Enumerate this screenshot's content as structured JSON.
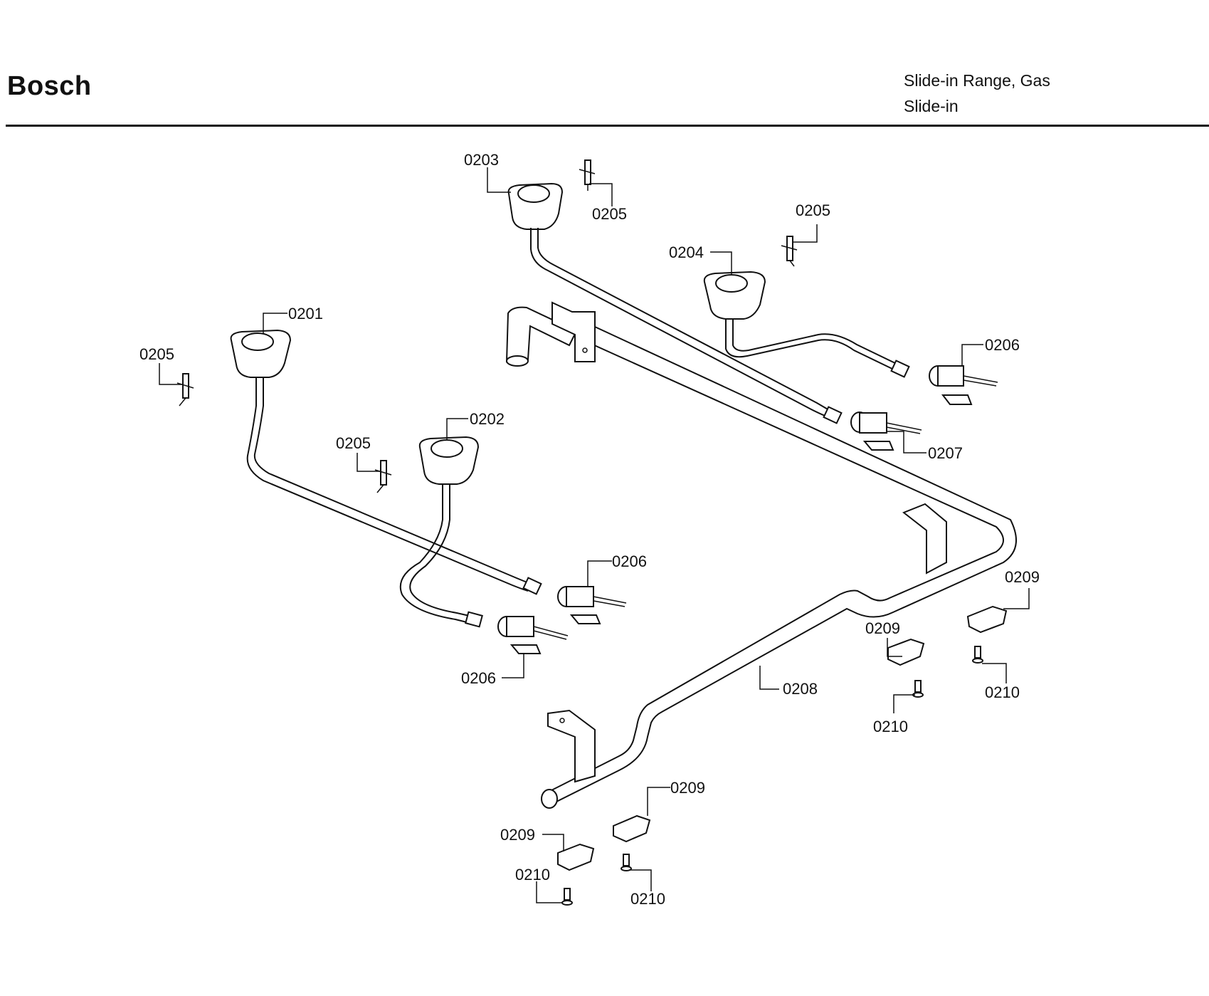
{
  "header": {
    "brand": "Bosch",
    "model_line1": "Slide-in Range, Gas",
    "model_line2": "Slide-in"
  },
  "callouts": {
    "c0201": "0201",
    "c0202": "0202",
    "c0203": "0203",
    "c0204": "0204",
    "c0205_a": "0205",
    "c0205_b": "0205",
    "c0205_c": "0205",
    "c0205_d": "0205",
    "c0206_a": "0206",
    "c0206_b": "0206",
    "c0206_c": "0206",
    "c0207": "0207",
    "c0208": "0208",
    "c0209_a": "0209",
    "c0209_b": "0209",
    "c0209_c": "0209",
    "c0209_d": "0209",
    "c0210_a": "0210",
    "c0210_b": "0210",
    "c0210_c": "0210",
    "c0210_d": "0210"
  }
}
